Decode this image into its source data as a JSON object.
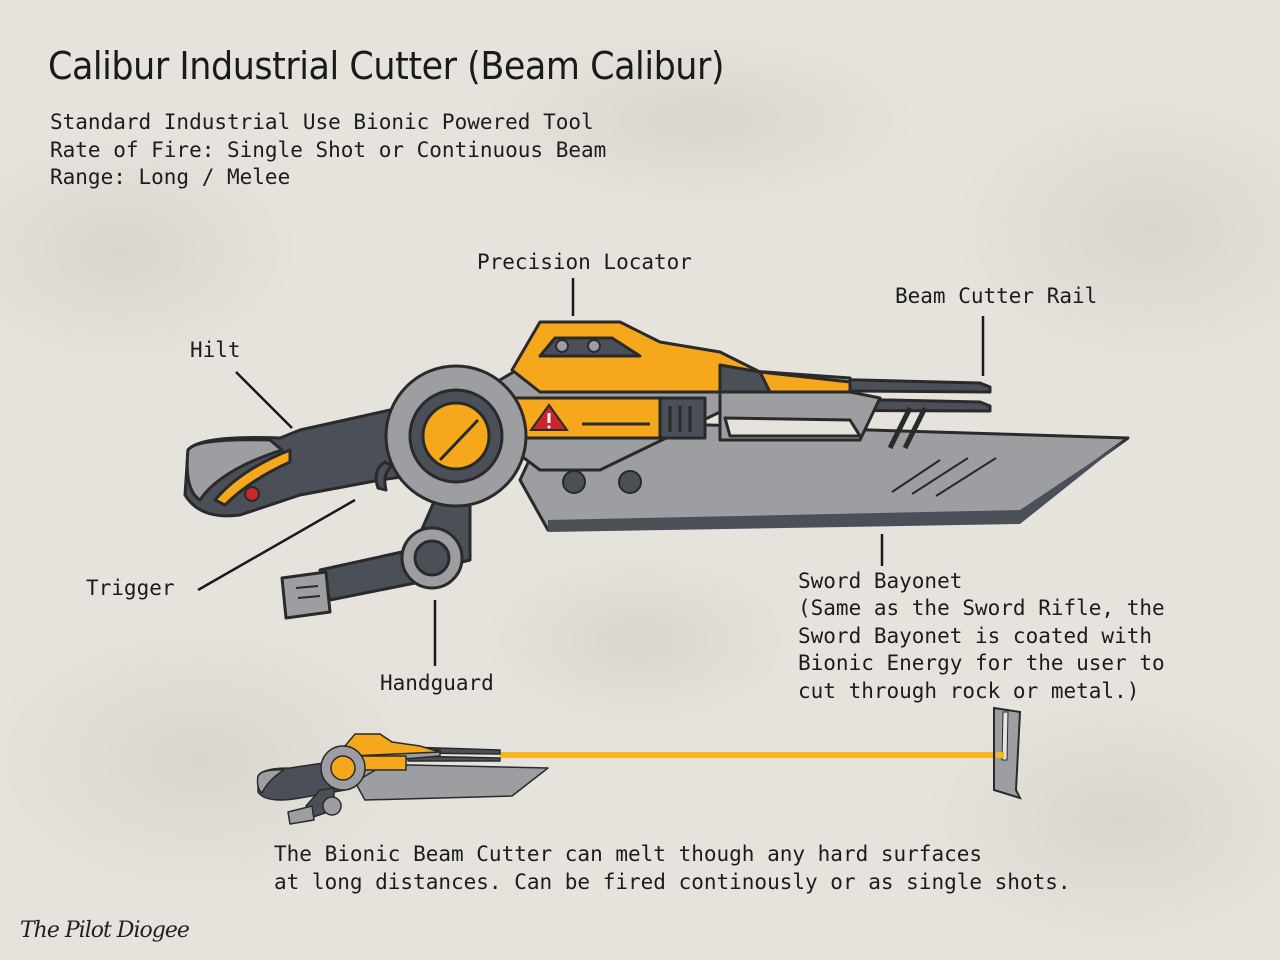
{
  "title": "Calibur Industrial Cutter  (Beam Calibur)",
  "specs": [
    "Standard Industrial Use Bionic Powered Tool",
    "Rate of Fire: Single Shot or Continuous Beam",
    "Range: Long / Melee"
  ],
  "labels": {
    "precision_locator": "Precision Locator",
    "beam_cutter_rail": "Beam Cutter Rail",
    "hilt": "Hilt",
    "trigger": "Trigger",
    "handguard": "Handguard",
    "sword_bayonet": "Sword Bayonet"
  },
  "bayonet_note": "(Same as the Sword Rifle, the\nSword Bayonet is coated with\nBionic Energy for the user to\ncut through rock or metal.)",
  "beam_note": "The Bionic Beam Cutter can melt though any hard surfaces\nat long distances. Can be fired continously or as single shots.",
  "signature": "The Pilot Diogee",
  "colors": {
    "background": "#e6e3dc",
    "accent_orange": "#f5a81c",
    "dark_gray": "#4b4f58",
    "mid_gray": "#9c9ea2",
    "warning_red": "#c8272c",
    "beam_yellow": "#f7b51f"
  }
}
